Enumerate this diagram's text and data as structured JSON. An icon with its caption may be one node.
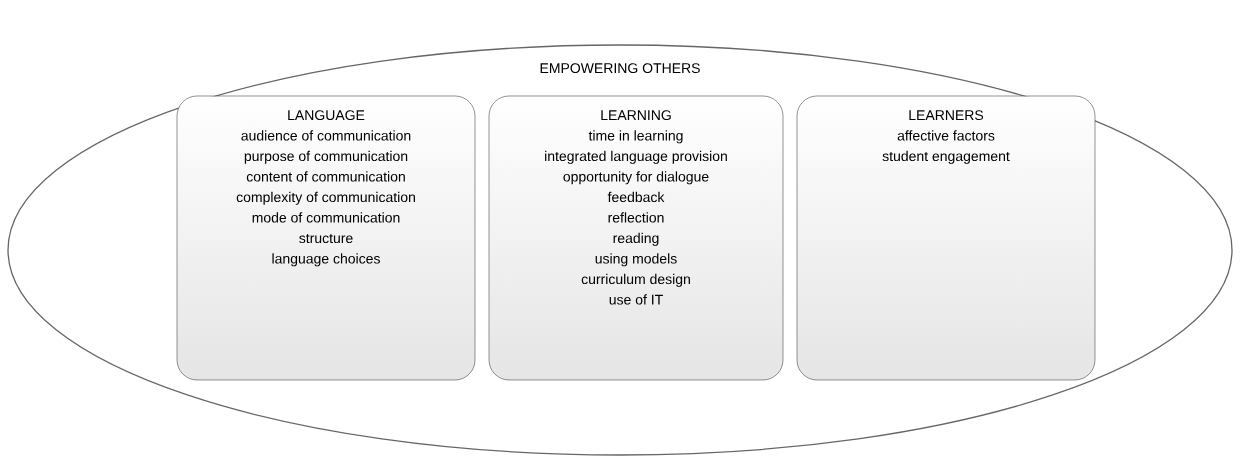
{
  "diagram": {
    "nodes": [
      {
        "text": [
          "EMPOWERING OTHERS"
        ]
      },
      {
        "text": [
          "LANGUAGE",
          "audience of communication",
          "purpose of communication",
          "content of communication",
          "complexity of communication",
          "mode of communication",
          "structure",
          "language choices"
        ],
        "in": 0
      },
      {
        "text": [
          "LEARNING",
          "time in learning",
          "integrated language provision",
          "opportunity for dialogue",
          "feedback",
          "reflection",
          "reading",
          "using models",
          "curriculum design",
          "use of IT"
        ],
        "in": 0
      },
      {
        "text": [
          "LEARNERS",
          "affective factors",
          "student engagement"
        ],
        "in": 0
      }
    ],
    "edges": []
  }
}
